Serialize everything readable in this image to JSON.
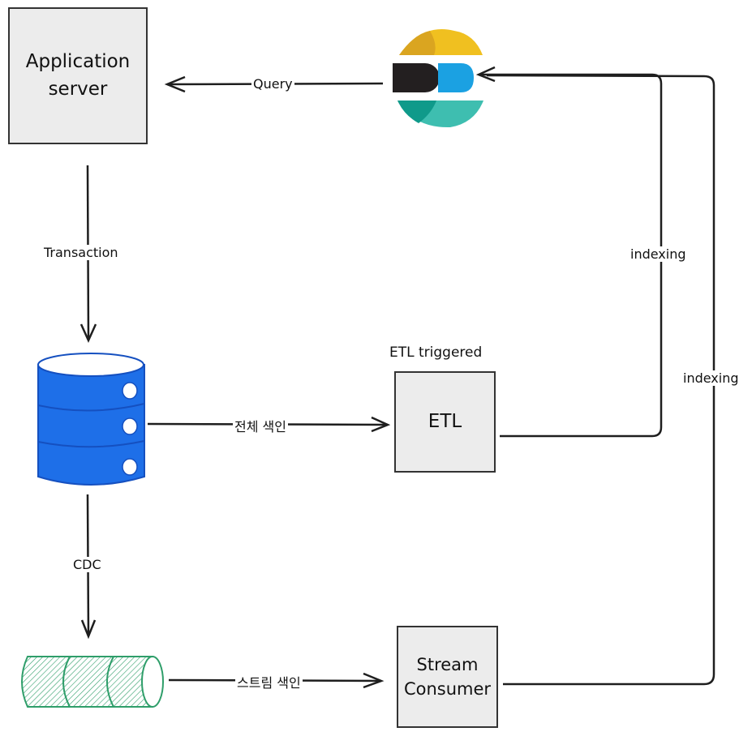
{
  "nodes": {
    "app_server": {
      "label_line1": "Application",
      "label_line2": "server"
    },
    "etl": {
      "label": "ETL",
      "caption": "ETL triggered"
    },
    "stream_consumer": {
      "label_line1": "Stream",
      "label_line2": "Consumer"
    },
    "database": {
      "icon": "database-icon",
      "color": "#1e6fe8"
    },
    "stream": {
      "icon": "stream-queue-icon",
      "color": "#2f9e6a"
    },
    "search_engine": {
      "icon": "elasticsearch-logo-icon",
      "colors": {
        "yellow": "#f0c020",
        "dark": "#231f20",
        "blue": "#1ba1e2",
        "teal": "#3ebeb0"
      }
    }
  },
  "edges": {
    "query": "Query",
    "transaction": "Transaction",
    "full_index": "전체 색인",
    "cdc": "CDC",
    "stream_index": "스트림 색인",
    "etl_indexing": "indexing",
    "stream_indexing": "indexing"
  }
}
